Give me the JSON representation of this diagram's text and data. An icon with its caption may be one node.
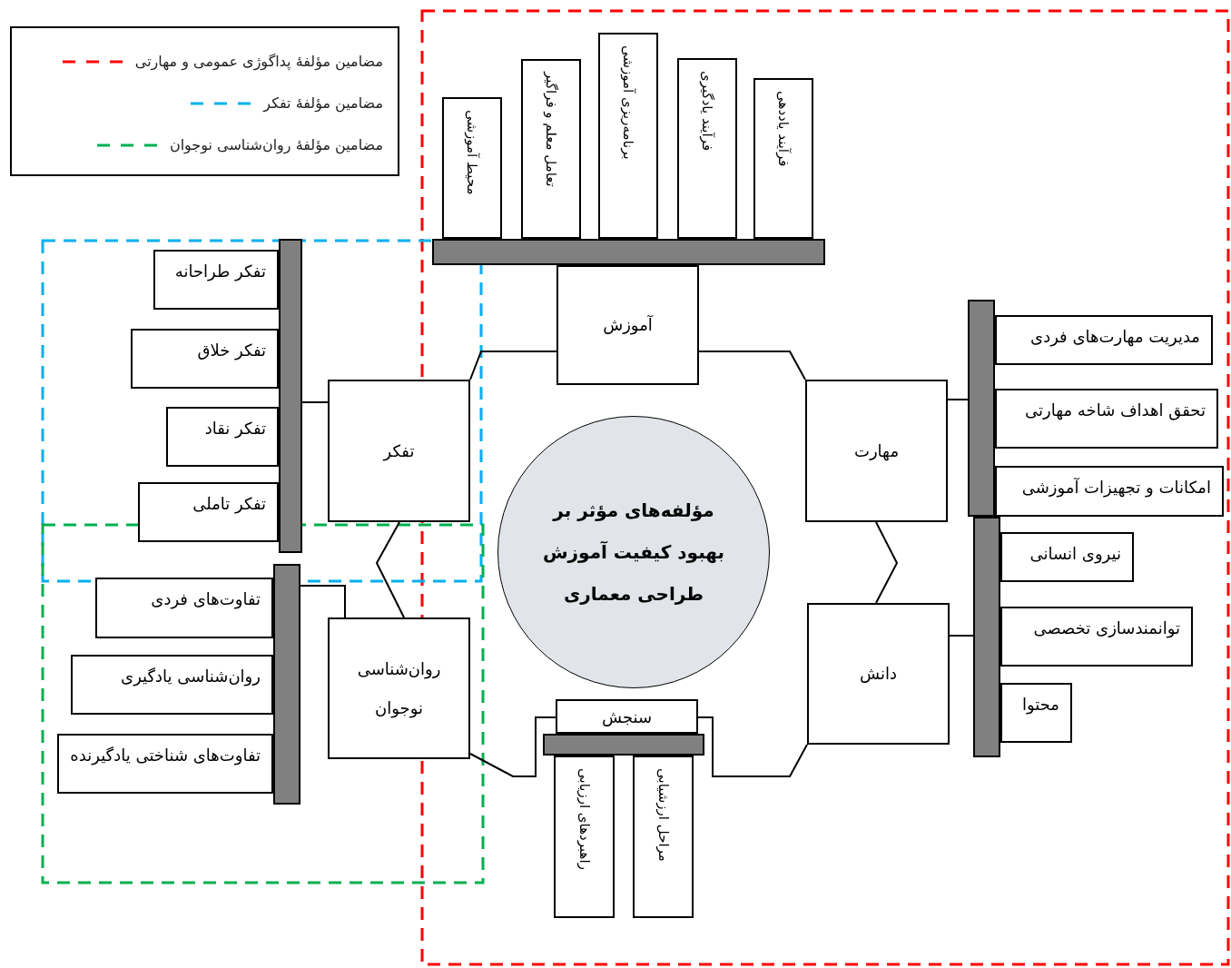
{
  "diagram": {
    "nodes": [
      {
        "text": [
          "مؤلفه‌های مؤثر بر بهبود کیفیت آموزش طراحی معماری"
        ]
      },
      {
        "text": [
          "آموزش"
        ]
      },
      {
        "text": [
          "مهارت"
        ]
      },
      {
        "text": [
          "دانش"
        ]
      },
      {
        "text": [
          "سنجش"
        ]
      },
      {
        "text": [
          "روان‌شناسی نوجوان"
        ]
      },
      {
        "text": [
          "تفکر"
        ]
      },
      {
        "text": [],
        "shape": "bar"
      },
      {
        "text": [
          "محیط آموزشی"
        ]
      },
      {
        "text": [
          "تعامل معلم و فراگیر"
        ]
      },
      {
        "text": [
          "برنامه‌ریزی آموزشی"
        ]
      },
      {
        "text": [
          "فرآیند یادگیری"
        ]
      },
      {
        "text": [
          "فرآیند یاددهی"
        ]
      },
      {
        "text": [],
        "shape": "bar"
      },
      {
        "text": [
          "مدیریت مهارت‌های فردی"
        ]
      },
      {
        "text": [
          "تحقق اهداف شاخه مهارتی"
        ]
      },
      {
        "text": [
          "امکانات و تجهیزات آموزشی"
        ]
      },
      {
        "text": [],
        "shape": "bar"
      },
      {
        "text": [
          "نیروی انسانی"
        ]
      },
      {
        "text": [
          "توانمندسازی تخصصی"
        ]
      },
      {
        "text": [
          "محتوا"
        ]
      },
      {
        "text": [],
        "shape": "bar"
      },
      {
        "text": [
          "راهبردهای ارزیابی"
        ]
      },
      {
        "text": [
          "مراحل ارزشیابی"
        ]
      },
      {
        "text": [],
        "shape": "bar"
      },
      {
        "text": [
          "تفکر طراحانه"
        ]
      },
      {
        "text": [
          "تفکر خلاق"
        ]
      },
      {
        "text": [
          "تفکر نقاد"
        ]
      },
      {
        "text": [
          "تفکر تاملی"
        ]
      },
      {
        "text": [],
        "shape": "bar"
      },
      {
        "text": [
          "تفاوت‌های فردی"
        ]
      },
      {
        "text": [
          "روان‌شناسی یادگیری"
        ]
      },
      {
        "text": [
          "تفاوت‌های شناختی یادگیرنده"
        ]
      }
    ],
    "edges": [
      {
        "from": 1,
        "to": 2,
        "arrow": "none"
      },
      {
        "from": 2,
        "to": 3,
        "arrow": "none"
      },
      {
        "from": 3,
        "to": 4,
        "arrow": "none"
      },
      {
        "from": 4,
        "to": 5,
        "arrow": "none"
      },
      {
        "from": 5,
        "to": 6,
        "arrow": "none"
      },
      {
        "from": 6,
        "to": 1,
        "arrow": "none"
      },
      {
        "from": 6,
        "to": 24,
        "arrow": "none"
      },
      {
        "from": 5,
        "to": 29,
        "arrow": "none"
      },
      {
        "from": 2,
        "to": 13,
        "arrow": "none"
      },
      {
        "from": 3,
        "to": 17,
        "arrow": "none"
      }
    ],
    "legend": [
      {
        "text": "مضامین مؤلفهٔ پداگوژی عمومی و مهارتی"
      },
      {
        "text": "مضامین مؤلفهٔ تفکر"
      },
      {
        "text": "مضامین مؤلفهٔ روان‌شناسی نوجوان"
      }
    ]
  }
}
